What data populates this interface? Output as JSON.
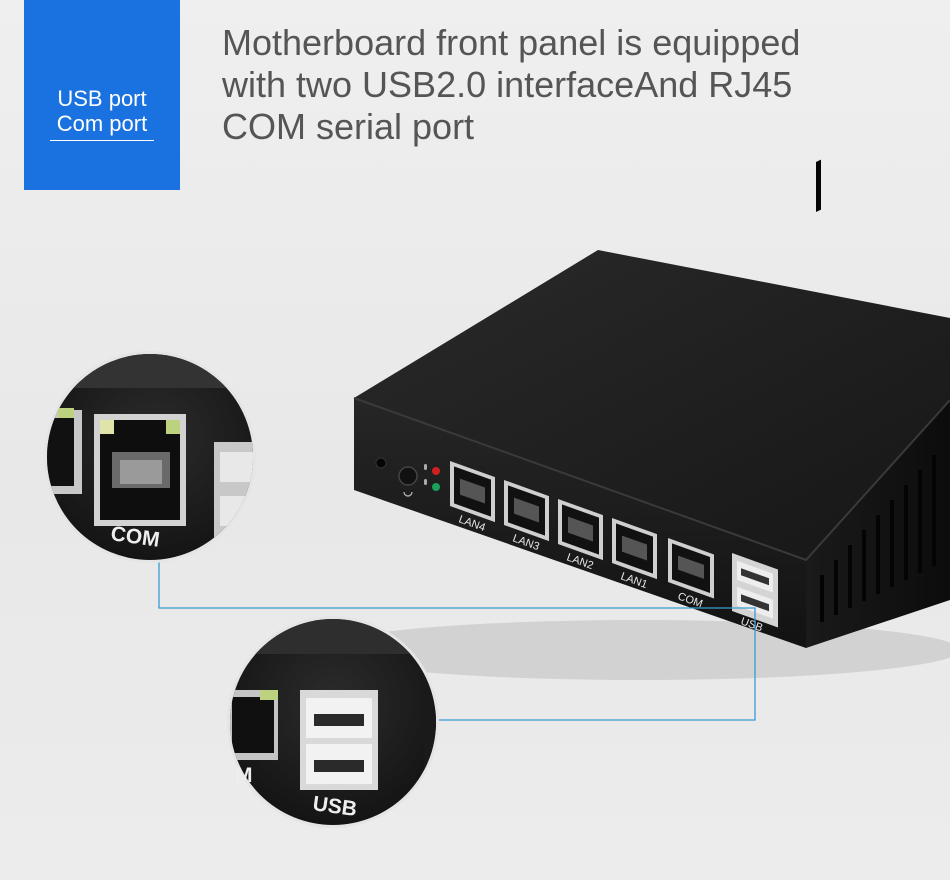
{
  "blue_box": {
    "line1": "USB port",
    "line2": "Com port"
  },
  "headline": {
    "line1": "Motherboard front panel is equipped",
    "line2": "with two USB2.0 interfaceAnd RJ45",
    "line3": "COM serial port"
  },
  "device_ports": {
    "lan4": "LAN4",
    "lan3": "LAN3",
    "lan2": "LAN2",
    "lan1": "LAN1",
    "com": "COM",
    "usb": "USB"
  },
  "zoom_com": {
    "label": "COM"
  },
  "zoom_usb": {
    "label": "USB",
    "partial": "M"
  },
  "colors": {
    "accent_blue": "#1a72e0",
    "headline_text": "#555555",
    "device_body": "#1e1e1e",
    "connector_line": "#3a9ad6",
    "led_red": "#d22020",
    "led_green": "#1aa05a"
  },
  "icons": {
    "power_button": "power-icon",
    "mic_indicator": "mic-icon"
  }
}
